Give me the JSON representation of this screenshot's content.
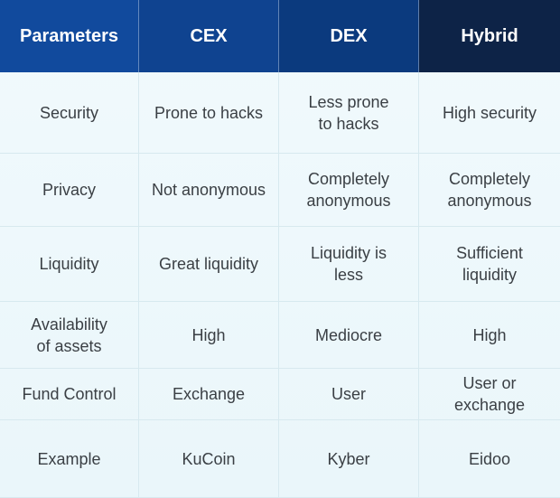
{
  "table": {
    "headers": [
      "Parameters",
      "CEX",
      "DEX",
      "Hybrid"
    ],
    "rows": [
      [
        "Security",
        "Prone to hacks",
        "Less prone\nto hacks",
        "High security"
      ],
      [
        "Privacy",
        "Not anonymous",
        "Completely\nanonymous",
        "Completely\nanonymous"
      ],
      [
        "Liquidity",
        "Great liquidity",
        "Liquidity is\nless",
        "Sufficient\nliquidity"
      ],
      [
        "Availability\nof assets",
        "High",
        "Mediocre",
        "High"
      ],
      [
        "Fund Control",
        "Exchange",
        "User",
        "User or\nexchange"
      ],
      [
        "Example",
        "KuCoin",
        "Kyber",
        "Eidoo"
      ]
    ]
  },
  "colors": {
    "header_parameters": "#114a9d",
    "header_cex": "#0f4390",
    "header_dex": "#0b3a7e",
    "header_hybrid": "#0d2347",
    "body_background": "#eef8fb",
    "text": "#3a3f44"
  }
}
